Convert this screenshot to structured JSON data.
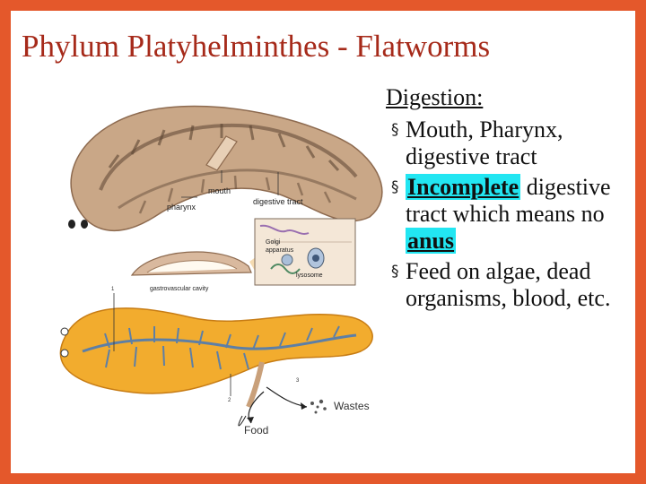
{
  "slide": {
    "title": "Phylum Platyhelminthes - Flatworms",
    "border_color": "#e4582b",
    "title_color": "#a62a1a",
    "highlight_color": "#22e6f2"
  },
  "figure": {
    "labels": {
      "mouth": "mouth",
      "pharynx": "pharynx",
      "digestive_tract": "digestive tract",
      "golgi_line1": "Golgi",
      "golgi_line2": "apparatus",
      "lysosome": "lysosome",
      "gastrovascular_cavity": "gastrovascular cavity",
      "wastes": "Wastes",
      "food": "Food",
      "marker_1": "1",
      "marker_2": "2",
      "marker_3": "3"
    }
  },
  "content": {
    "heading": "Digestion:",
    "bullet_glyph": "§",
    "bullets": [
      {
        "text": "Mouth, Pharynx, digestive tract"
      },
      {
        "highlight": "Incomplete",
        "rest": " digestive tract which means no ",
        "highlight2": "anus"
      },
      {
        "text": "Feed on algae, dead organisms, blood, etc."
      }
    ]
  }
}
